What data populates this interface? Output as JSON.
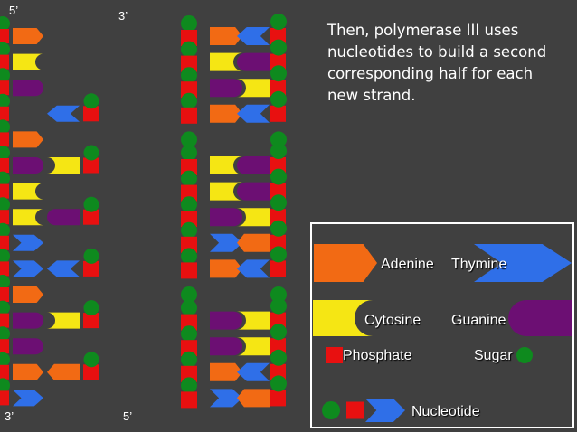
{
  "colors": {
    "adenine": "#f26a14",
    "thymine": "#2f6fe8",
    "cytosine": "#f5e614",
    "guanine": "#6c0f73",
    "phosphate": "#e81010",
    "sugar": "#0e8a1e",
    "background": "#404040"
  },
  "labels": {
    "top_left": "5’",
    "top_right": "3’",
    "bottom_left": "3’",
    "bottom_right": "5’"
  },
  "caption": "Then, polymerase III uses nucleotides to build a second corresponding half for each new strand.",
  "legend": {
    "adenine": "Adenine",
    "thymine": "Thymine",
    "cytosine": "Cytosine",
    "guanine": "Guanine",
    "phosphate": "Phosphate",
    "sugar": "Sugar",
    "nucleotide": "Nucleotide"
  },
  "strand_pairs": {
    "left_strand": [
      "A",
      "C",
      "G",
      "-",
      "A",
      "G",
      "C",
      "C",
      "T",
      "T",
      "A",
      "G",
      "G",
      "A",
      "T"
    ],
    "left_complement": [
      "-",
      "-",
      "-",
      "T",
      "-",
      "C",
      "-",
      "G",
      "-",
      "T",
      "-",
      "C",
      "-",
      "A",
      "-"
    ],
    "right_strand": [
      "A",
      "C",
      "G",
      "A",
      "-",
      "C",
      "C",
      "G",
      "T",
      "A",
      "-",
      "G",
      "G",
      "A",
      "T"
    ],
    "right_complement": [
      "T",
      "G",
      "C",
      "T",
      "-",
      "G",
      "G",
      "C",
      "A",
      "T",
      "-",
      "C",
      "C",
      "T",
      "A"
    ]
  }
}
